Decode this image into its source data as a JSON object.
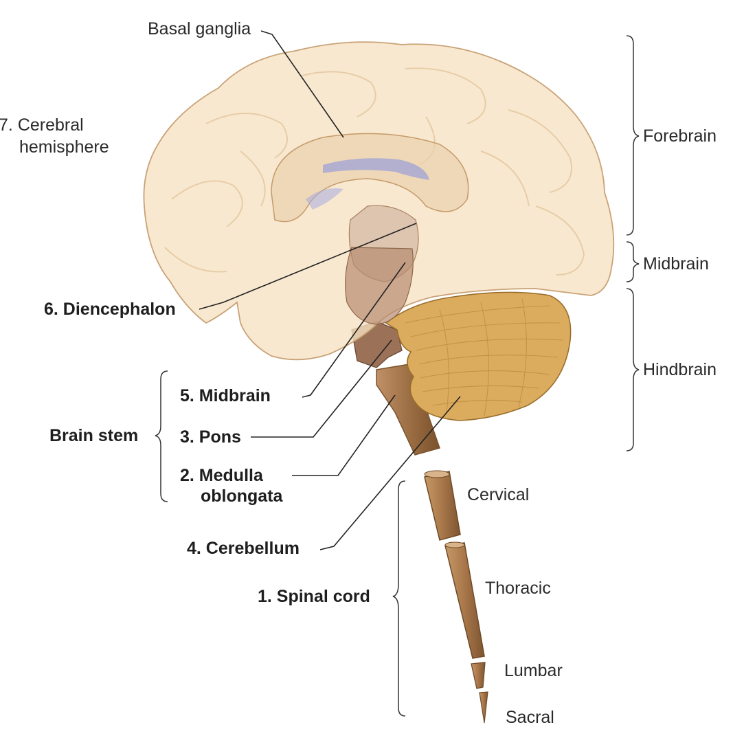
{
  "labels": {
    "basal_ganglia": "Basal ganglia",
    "cerebral_hemisphere_line1": "7. Cerebral",
    "cerebral_hemisphere_line2": "hemisphere",
    "diencephalon": "6. Diencephalon",
    "midbrain_part": "5. Midbrain",
    "pons": "3. Pons",
    "medulla_line1": "2. Medulla",
    "medulla_line2": "oblongata",
    "cerebellum": "4. Cerebellum",
    "spinal_cord": "1. Spinal cord",
    "brain_stem": "Brain stem"
  },
  "divisions": {
    "forebrain": "Forebrain",
    "midbrain": "Midbrain",
    "hindbrain": "Hindbrain"
  },
  "spinal_regions": {
    "cervical": "Cervical",
    "thoracic": "Thoracic",
    "lumbar": "Lumbar",
    "sacral": "Sacral"
  },
  "colors": {
    "cerebrum": "#f6e2c1",
    "cerebellum": "#d8aa5c",
    "brainstem": "#b07f4e",
    "spinal_cord": "#a9794a",
    "ventricle": "#9aa0d8"
  }
}
